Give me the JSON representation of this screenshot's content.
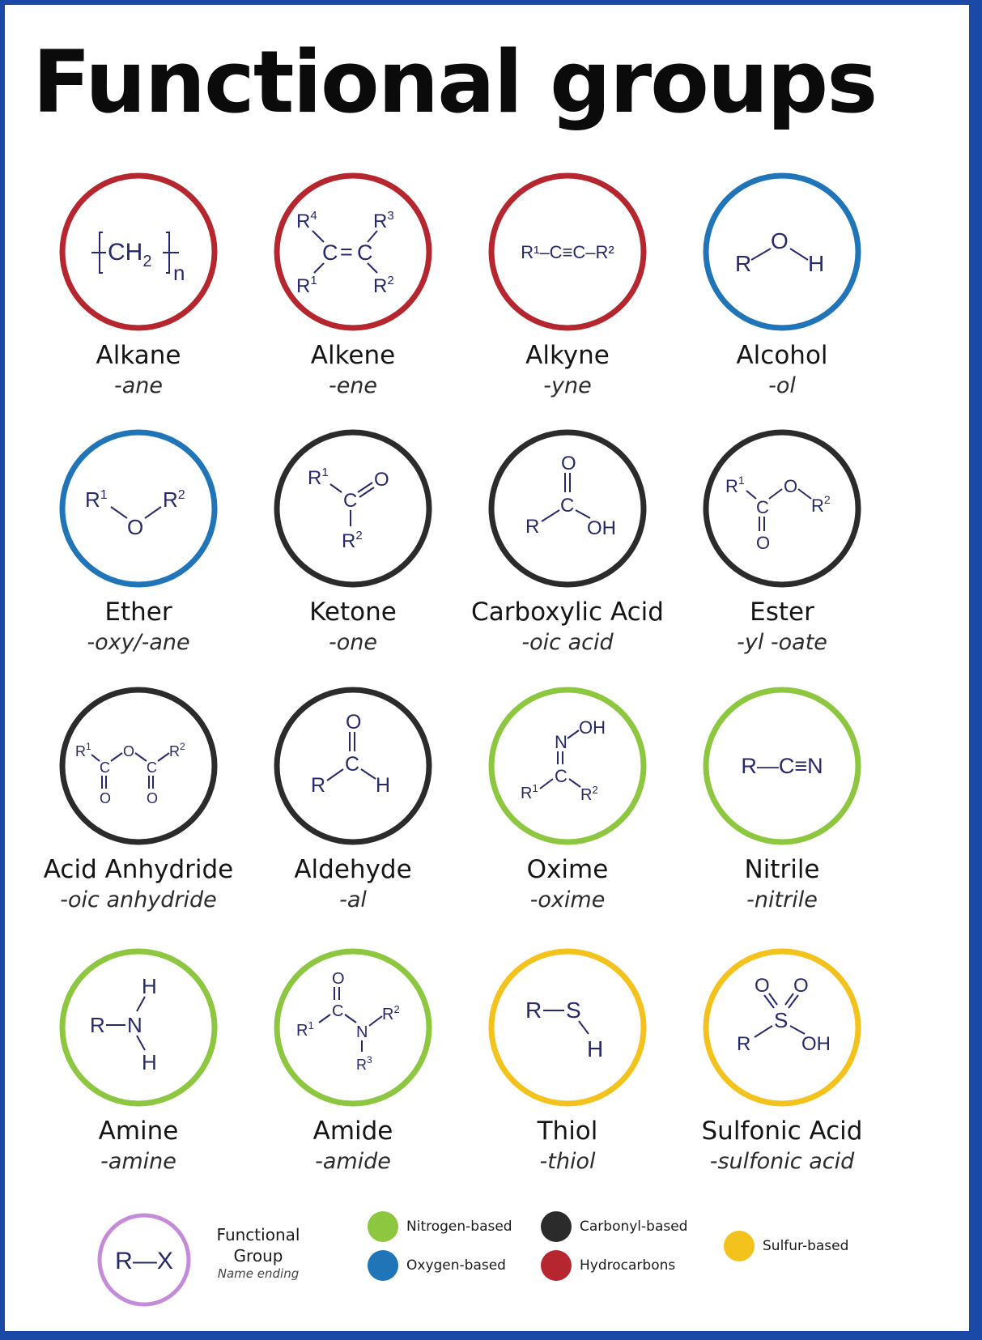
{
  "title": "Functional groups",
  "colors": {
    "nitrogen": "#8dc63f",
    "oxygen": "#1f75b8",
    "carbonyl": "#2b2b2b",
    "hydrocarbon": "#b5262e",
    "sulfur": "#f4c21d",
    "legend_ring": "#c58ad8",
    "formula_ink": "#26296b"
  },
  "groups": [
    {
      "name": "Alkane",
      "ending": "-ane",
      "category": "hydrocarbon"
    },
    {
      "name": "Alkene",
      "ending": "-ene",
      "category": "hydrocarbon"
    },
    {
      "name": "Alkyne",
      "ending": "-yne",
      "category": "hydrocarbon"
    },
    {
      "name": "Alcohol",
      "ending": "-ol",
      "category": "oxygen"
    },
    {
      "name": "Ether",
      "ending": "-oxy/-ane",
      "category": "oxygen"
    },
    {
      "name": "Ketone",
      "ending": "-one",
      "category": "carbonyl"
    },
    {
      "name": "Carboxylic Acid",
      "ending": "-oic acid",
      "category": "carbonyl"
    },
    {
      "name": "Ester",
      "ending": "-yl -oate",
      "category": "carbonyl"
    },
    {
      "name": "Acid Anhydride",
      "ending": "-oic anhydride",
      "category": "carbonyl"
    },
    {
      "name": "Aldehyde",
      "ending": "-al",
      "category": "carbonyl"
    },
    {
      "name": "Oxime",
      "ending": "-oxime",
      "category": "nitrogen"
    },
    {
      "name": "Nitrile",
      "ending": "-nitrile",
      "category": "nitrogen"
    },
    {
      "name": "Amine",
      "ending": "-amine",
      "category": "nitrogen"
    },
    {
      "name": "Amide",
      "ending": "-amide",
      "category": "nitrogen"
    },
    {
      "name": "Thiol",
      "ending": "-thiol",
      "category": "sulfur"
    },
    {
      "name": "Sulfonic Acid",
      "ending": "-sulfonic acid",
      "category": "sulfur"
    }
  ],
  "structure_text": {
    "alkane": {
      "ch": "CH",
      "sub2": "2",
      "n": "n"
    },
    "alkene": {
      "c1": "C",
      "eq": "=",
      "c2": "C",
      "r1": "R",
      "r2": "R",
      "r3": "R",
      "r4": "R",
      "s1": "1",
      "s2": "2",
      "s3": "3",
      "s4": "4"
    },
    "alkyne": {
      "formula": "R¹–C≡C–R²"
    },
    "alcohol": {
      "r": "R",
      "o": "O",
      "h": "H"
    },
    "ether": {
      "r1": "R",
      "s1": "1",
      "o": "O",
      "r2": "R",
      "s2": "2"
    },
    "ketone": {
      "r1": "R",
      "s1": "1",
      "c": "C",
      "o": "O",
      "r2": "R",
      "s2": "2"
    },
    "acid": {
      "o": "O",
      "c": "C",
      "r": "R",
      "oh": "OH"
    },
    "ester": {
      "r1": "R",
      "s1": "1",
      "c": "C",
      "o1": "O",
      "o2": "O",
      "r2": "R",
      "s2": "2"
    },
    "anhydride": {
      "r1": "R",
      "s1": "1",
      "c1": "C",
      "o": "O",
      "c2": "C",
      "r2": "R",
      "s2": "2",
      "o1": "O",
      "o2": "O"
    },
    "aldehyde": {
      "o": "O",
      "c": "C",
      "r": "R",
      "h": "H"
    },
    "oxime": {
      "n": "N",
      "oh": "OH",
      "c": "C",
      "r1": "R",
      "s1": "1",
      "r2": "R",
      "s2": "2"
    },
    "nitrile": {
      "formula": "R—C≡N"
    },
    "amine": {
      "r": "R",
      "n": "N",
      "h1": "H",
      "h2": "H"
    },
    "amide": {
      "o": "O",
      "c": "C",
      "r1": "R",
      "s1": "1",
      "n": "N",
      "r2": "R",
      "s2": "2",
      "r3": "R",
      "s3": "3"
    },
    "thiol": {
      "r": "R",
      "s": "S",
      "h": "H"
    },
    "sulfonic": {
      "o1": "O",
      "o2": "O",
      "s": "S",
      "r": "R",
      "oh": "OH"
    }
  },
  "legend": {
    "example": "R—X",
    "key_title": "Functional\nGroup",
    "key_sub": "Name ending",
    "swatches": [
      {
        "label": "Nitrogen-based",
        "category": "nitrogen"
      },
      {
        "label": "Carbonyl-based",
        "category": "carbonyl"
      },
      {
        "label": "Sulfur-based",
        "category": "sulfur"
      },
      {
        "label": "Oxygen-based",
        "category": "oxygen"
      },
      {
        "label": "Hydrocarbons",
        "category": "hydrocarbon"
      }
    ]
  }
}
